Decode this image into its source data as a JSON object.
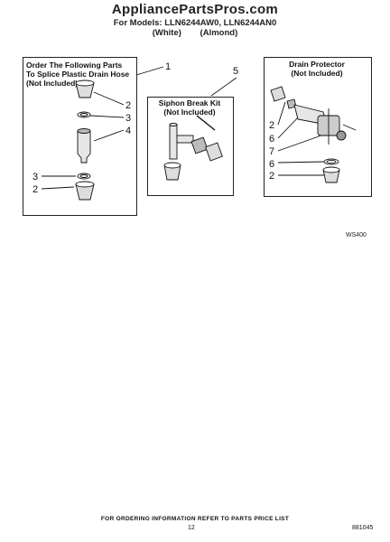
{
  "header": {
    "brand": "AppliancePartsPros.com",
    "models": "For Models: LLN6244AW0, LLN6244AN0",
    "finish": "(White) (Almond)"
  },
  "sections": {
    "splice": {
      "title_line1": "Order The Following Parts",
      "title_line2": "To Splice Plastic Drain Hose",
      "title_line3": "(Not Included)"
    },
    "siphon": {
      "title_line1": "Siphon Break Kit",
      "title_line2": "(Not Included)"
    },
    "drain": {
      "title_line1": "Drain Protector",
      "title_line2": "(Not Included)"
    }
  },
  "callouts": {
    "c1": "1",
    "c5": "5",
    "splice_a": "2",
    "splice_b": "3",
    "splice_c": "4",
    "splice_d": "3",
    "splice_e": "2",
    "drain_a": "2",
    "drain_b": "6",
    "drain_c": "7",
    "drain_d": "6",
    "drain_e": "2"
  },
  "drawing_code": "WS400",
  "footer": {
    "text": "FOR ORDERING INFORMATION REFER TO PARTS PRICE LIST",
    "page": "12",
    "doc": "881045"
  }
}
